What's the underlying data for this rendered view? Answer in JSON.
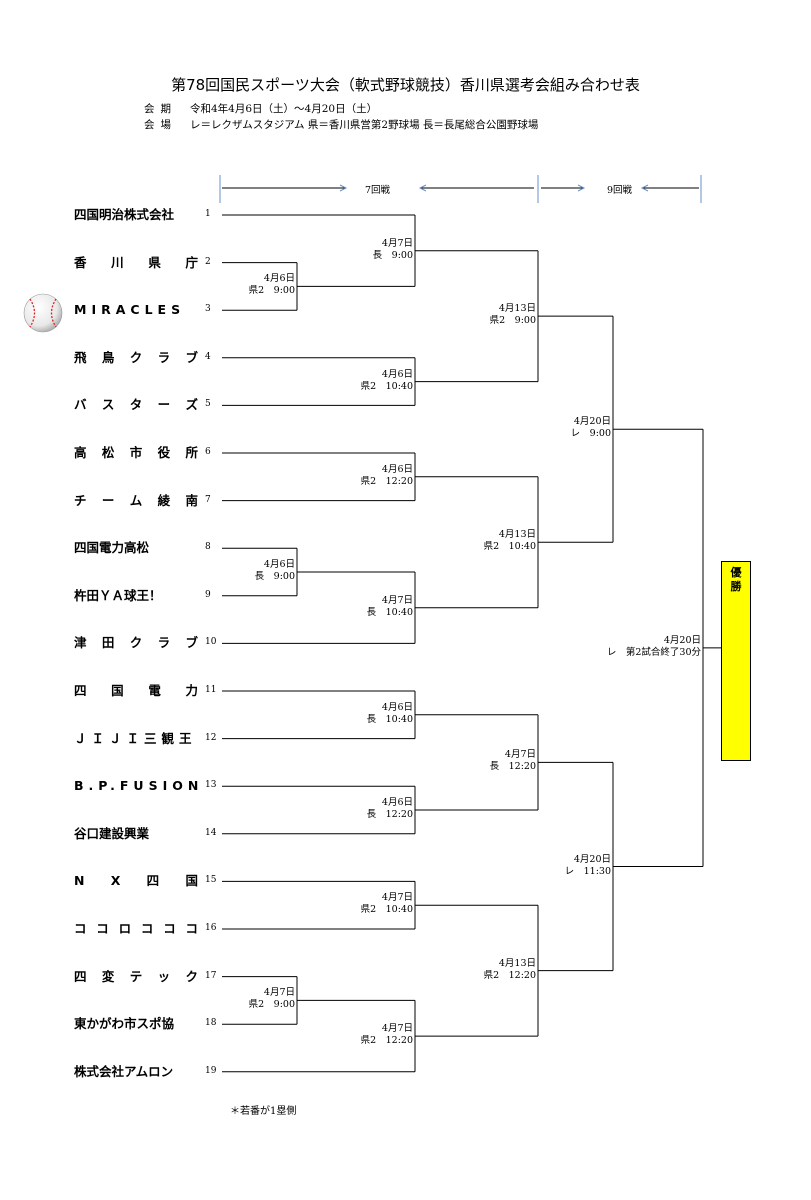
{
  "header": {
    "title": "第78回国民スポーツ大会（軟式野球競技）香川県選考会組み合わせ表",
    "period_label": "会期",
    "period_value": "令和4年4月6日（土）～4月20日（土）",
    "venue_label": "会場",
    "venue_value": "レ＝レクザムスタジアム 県＝香川県営第2野球場 長＝長尾総合公園野球場"
  },
  "rounds": {
    "round7": "7回戦",
    "round9": "9回戦"
  },
  "teams": [
    {
      "name": "四国明治株式会社",
      "seed": "1"
    },
    {
      "name": "香川県庁",
      "seed": "2"
    },
    {
      "name": "MIRACLES",
      "seed": "3"
    },
    {
      "name": "飛鳥クラブ",
      "seed": "4"
    },
    {
      "name": "バスターズ",
      "seed": "5"
    },
    {
      "name": "高松市役所",
      "seed": "6"
    },
    {
      "name": "チーム綾南",
      "seed": "7"
    },
    {
      "name": "四国電力高松",
      "seed": "8"
    },
    {
      "name": "杵田ＹＡ球王！",
      "seed": "9"
    },
    {
      "name": "津田クラブ",
      "seed": "10"
    },
    {
      "name": "四国電力",
      "seed": "11"
    },
    {
      "name": "ＪＩＪＩ三観王",
      "seed": "12"
    },
    {
      "name": "B.P.FUSION",
      "seed": "13"
    },
    {
      "name": "谷口建設興業",
      "seed": "14"
    },
    {
      "name": "NX四国",
      "seed": "15"
    },
    {
      "name": "ココロコココ",
      "seed": "16"
    },
    {
      "name": "四変テック",
      "seed": "17"
    },
    {
      "name": "東かがわ市スポ協",
      "seed": "18"
    },
    {
      "name": "株式会社アムロン",
      "seed": "19"
    }
  ],
  "matches": [
    {
      "date": "4月6日",
      "place": "県2　9:00"
    },
    {
      "date": "4月7日",
      "place": "長　9:00"
    },
    {
      "date": "4月6日",
      "place": "県2　10:40"
    },
    {
      "date": "4月6日",
      "place": "県2　12:20"
    },
    {
      "date": "4月6日",
      "place": "長　9:00"
    },
    {
      "date": "4月7日",
      "place": "長　10:40"
    },
    {
      "date": "4月6日",
      "place": "長　10:40"
    },
    {
      "date": "4月6日",
      "place": "長　12:20"
    },
    {
      "date": "4月7日",
      "place": "県2　10:40"
    },
    {
      "date": "4月7日",
      "place": "県2　9:00"
    },
    {
      "date": "4月7日",
      "place": "県2　12:20"
    },
    {
      "date": "4月13日",
      "place": "県2　9:00"
    },
    {
      "date": "4月13日",
      "place": "県2　10:40"
    },
    {
      "date": "4月7日",
      "place": "長　12:20"
    },
    {
      "date": "4月13日",
      "place": "県2　12:20"
    },
    {
      "date": "4月20日",
      "place": "レ　9:00"
    },
    {
      "date": "4月20日",
      "place": "レ　11:30"
    },
    {
      "date": "4月20日",
      "place": "レ　第2試合終了30分"
    }
  ],
  "champion": [
    "優",
    "勝"
  ],
  "note": "＊若番が1塁側"
}
